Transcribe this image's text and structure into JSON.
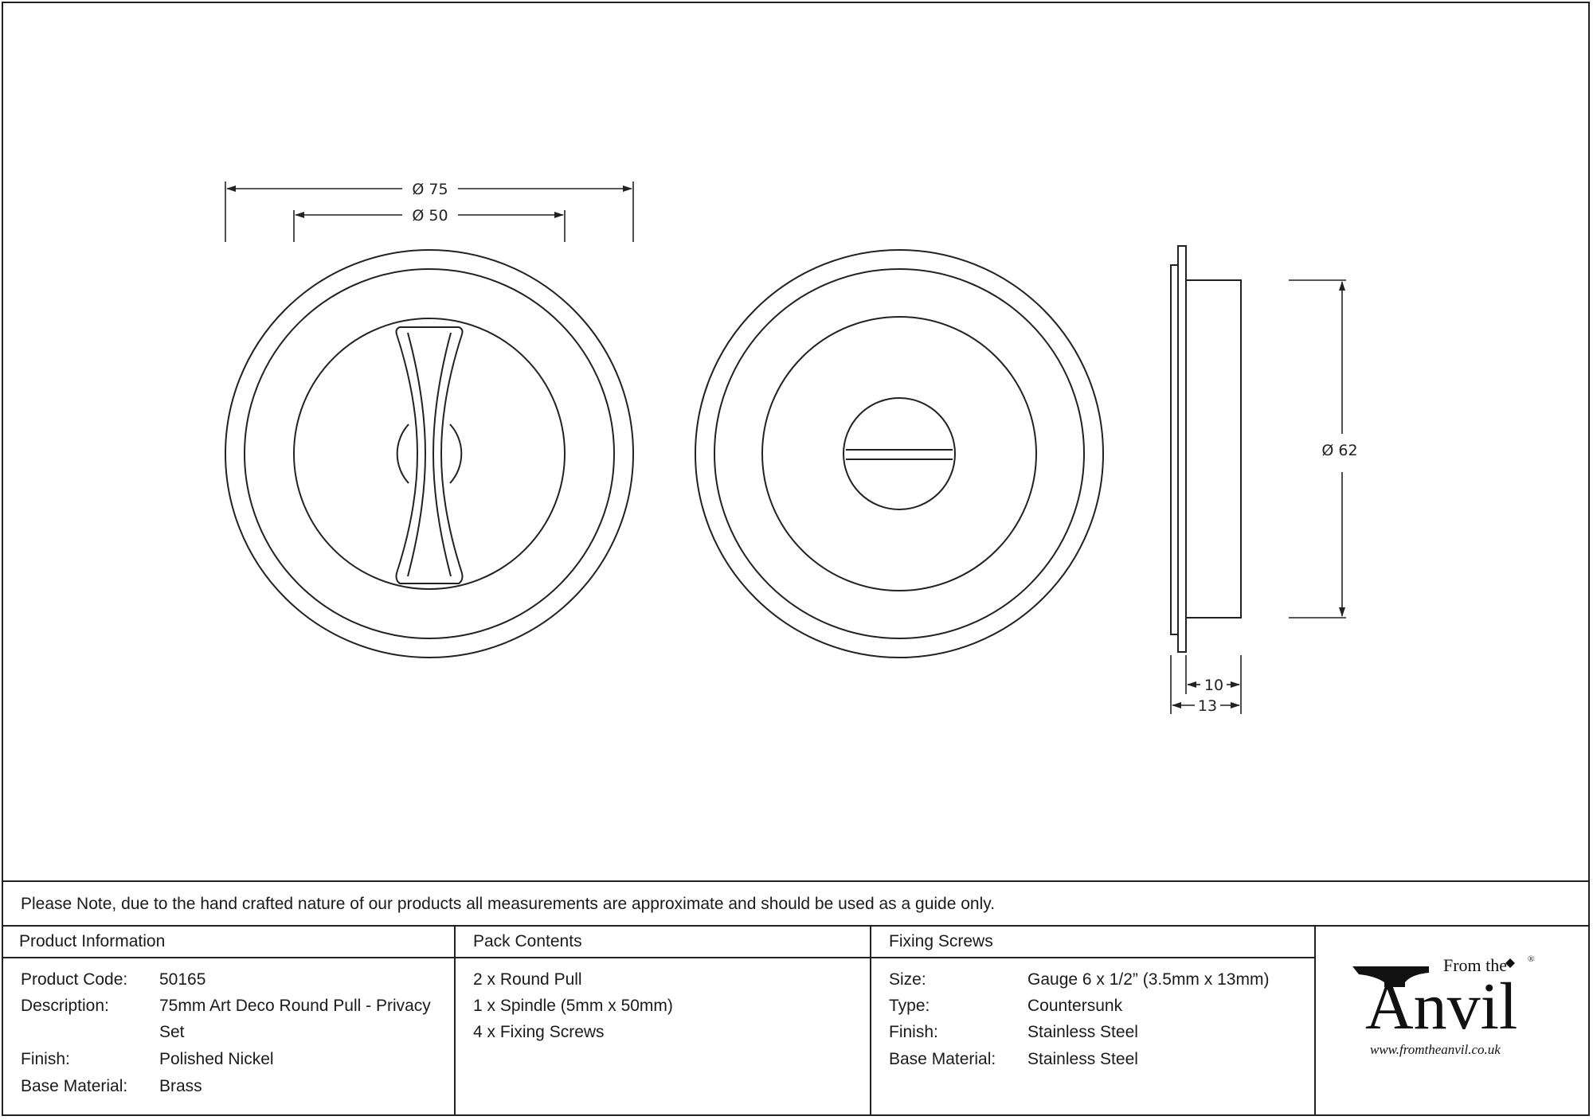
{
  "drawing": {
    "dim_outer": "Ø 75",
    "dim_inner": "Ø 50",
    "dim_side_height": "Ø 62",
    "dim_depth_inner": "10",
    "dim_depth_outer": "13"
  },
  "note": "Please Note, due to the hand crafted nature of our products all measurements are approximate and should be used as a guide only.",
  "product_info": {
    "heading": "Product Information",
    "rows": [
      {
        "label": "Product Code:",
        "value": "50165"
      },
      {
        "label": "Description:",
        "value": "75mm Art Deco Round Pull - Privacy"
      },
      {
        "label": "",
        "value": "Set"
      },
      {
        "label": "Finish:",
        "value": "Polished Nickel"
      },
      {
        "label": "Base Material:",
        "value": "Brass"
      }
    ]
  },
  "pack_contents": {
    "heading": "Pack Contents",
    "items": [
      "2 x Round Pull",
      "1 x Spindle (5mm x 50mm)",
      "4 x Fixing Screws"
    ]
  },
  "fixing_screws": {
    "heading": "Fixing Screws",
    "rows": [
      {
        "label": "Size:",
        "value": "Gauge 6 x 1/2” (3.5mm x 13mm)"
      },
      {
        "label": "Type:",
        "value": "Countersunk"
      },
      {
        "label": "Finish:",
        "value": "Stainless Steel"
      },
      {
        "label": "Base Material:",
        "value": "Stainless Steel"
      }
    ]
  },
  "logo": {
    "from_the": "From the",
    "anvil": "Anvil",
    "registered": "®",
    "url": "www.fromtheanvil.co.uk"
  }
}
